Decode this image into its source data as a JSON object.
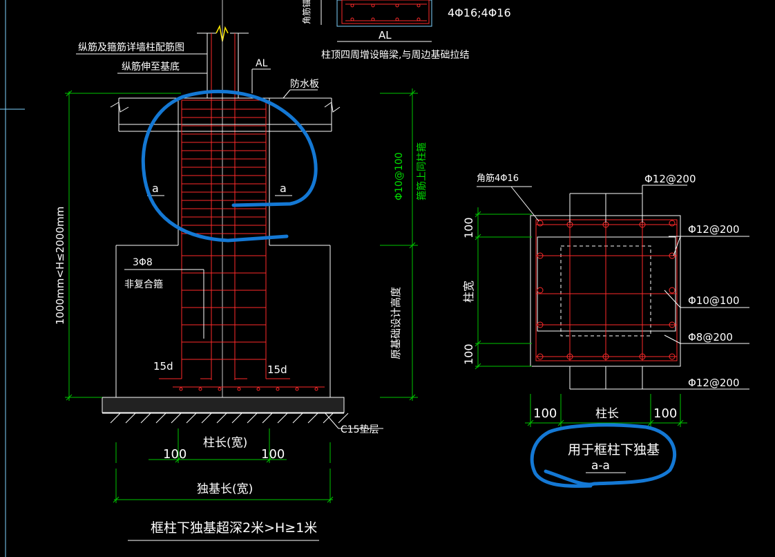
{
  "top_detail": {
    "side_label": "角筋锚筋",
    "rebar_text": "4Φ16;4Φ16",
    "al_label": "AL",
    "al_note": "柱顶四周增设暗梁,与周边基础拉结"
  },
  "elevation": {
    "note_rebar_detail": "纵筋及箍筋详墙柱配筋图",
    "note_extend_base": "纵筋伸至基底",
    "al_label": "AL",
    "waterproof_label": "防水板",
    "section_mark_left": "a",
    "section_mark_right": "a",
    "height_range": "1000mm<H≤2000mm",
    "stirrup_spacing": "Φ10@100",
    "stirrup_note": "箍筋上同柱箍",
    "stirrup_count": "3Φ8",
    "stirrup_type": "非复合箍",
    "anchor_left": "15d",
    "anchor_right": "15d",
    "base_height_label": "原基础设计高度",
    "cushion_label": "C15垫层",
    "dim_left": "100",
    "dim_mid": "柱长(宽)",
    "dim_right": "100",
    "total_width": "独基长(宽)",
    "caption": "框柱下独基超深2米>H≥1米"
  },
  "section": {
    "corner_bars": "角筋4Φ16",
    "top_rebar": "Φ12@200",
    "right_rebar_1": "Φ12@200",
    "right_rebar_2": "Φ10@100",
    "right_rebar_3": "Φ8@200",
    "bottom_rebar": "Φ12@200",
    "dim_left_top": "100",
    "dim_left_mid": "柱宽",
    "dim_left_bottom": "100",
    "dim_bottom_left": "100",
    "dim_bottom_mid": "柱长",
    "dim_bottom_right": "100",
    "caption": "用于框柱下独基",
    "section_name": "a-a"
  }
}
